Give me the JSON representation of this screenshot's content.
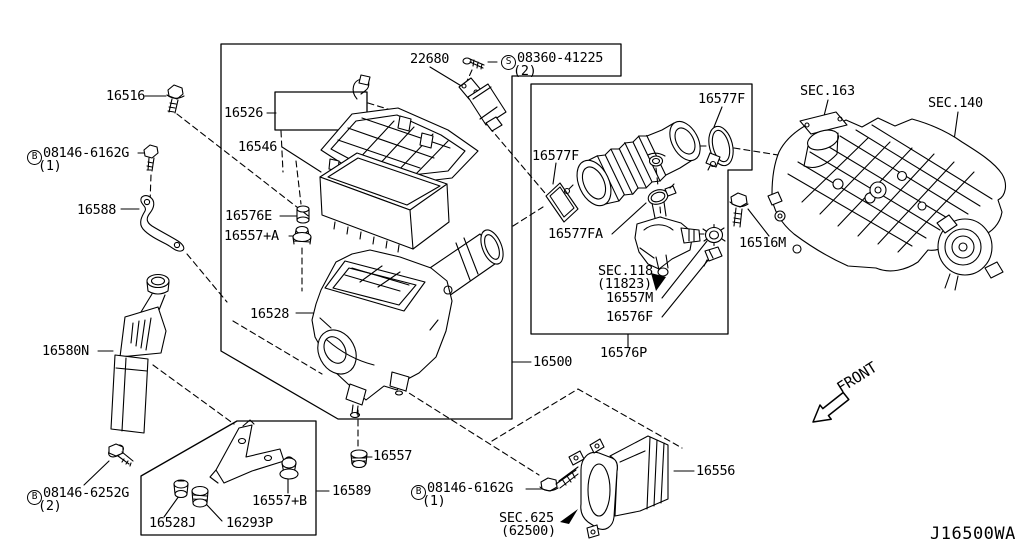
{
  "diagram_code": "J16500WA",
  "front_indicator": "FRONT",
  "colors": {
    "ink": "#000000",
    "paper": "#ffffff"
  },
  "part_labels": {
    "p16516": "16516",
    "p16588": "16588",
    "p16526": "16526",
    "p16546": "16546",
    "p16576e": "16576E",
    "p16557a": "16557+A",
    "p16528": "16528",
    "p16580n": "16580N",
    "p22680": "22680",
    "p16577f_top": "16577F",
    "p16577f_left": "16577F",
    "p16577fa": "16577FA",
    "p16557m": "16557M",
    "p16576f": "16576F",
    "p16576p": "16576P",
    "p16500": "16500",
    "p16516m": "16516M",
    "p16557": "16557",
    "p16589": "16589",
    "p16528j": "16528J",
    "p16293p": "16293P",
    "p16557b": "16557+B",
    "p16556": "16556"
  },
  "fasteners": {
    "bolt_top": {
      "prefix": "B",
      "number": "08146-6162G",
      "qty": "(1)"
    },
    "screw_maf": {
      "prefix": "S",
      "number": "08360-41225",
      "qty": "(2)"
    },
    "bolt_bottom_left": {
      "prefix": "B",
      "number": "08146-6252G",
      "qty": "(2)"
    },
    "bolt_duct": {
      "prefix": "B",
      "number": "08146-6162G",
      "qty": "(1)"
    }
  },
  "section_refs": {
    "sec163": "SEC.163",
    "sec140": "SEC.140",
    "sec118": {
      "line1": "SEC.118",
      "line2": "(11823)"
    },
    "sec625": {
      "line1": "SEC.625",
      "line2": "(62500)"
    }
  }
}
